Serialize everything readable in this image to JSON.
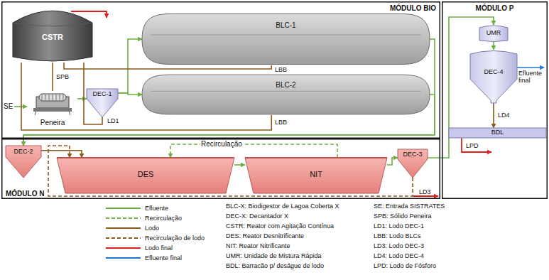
{
  "diagram": {
    "nodes": [
      {
        "text": [
          "MÓDULO BIO"
        ]
      },
      {
        "text": [
          "CSTR"
        ],
        "in": 0
      },
      {
        "text": [
          "Peneira"
        ],
        "in": 0
      },
      {
        "text": [
          "DEC-1"
        ],
        "in": 0
      },
      {
        "text": [
          "BLC-1"
        ],
        "in": 0
      },
      {
        "text": [
          "BLC-2"
        ],
        "in": 0
      },
      {
        "text": [
          "MÓDULO P"
        ]
      },
      {
        "text": [
          "UMR"
        ],
        "in": 6
      },
      {
        "text": [
          "DEC-4"
        ],
        "in": 6
      },
      {
        "text": [
          "BDL"
        ],
        "in": 6
      },
      {
        "text": [
          "MÓDULO N"
        ]
      },
      {
        "text": [
          "DEC-2"
        ],
        "in": 10
      },
      {
        "text": [
          "DES"
        ],
        "in": 10
      },
      {
        "text": [
          "NIT"
        ],
        "in": 10
      },
      {
        "text": [
          "DEC-3"
        ],
        "in": 10
      }
    ],
    "edges": [
      {
        "from": 2,
        "to": 3,
        "arrow": "to"
      },
      {
        "from": 2,
        "to": 1,
        "label": "SPB",
        "arrow": "none"
      },
      {
        "from": 3,
        "to": 1,
        "label": "LD1",
        "arrow": "none"
      },
      {
        "from": 3,
        "to": 4,
        "arrow": "to"
      },
      {
        "from": 3,
        "to": 5,
        "arrow": "to"
      },
      {
        "from": 4,
        "to": 1,
        "label": "LBB",
        "arrow": "none"
      },
      {
        "from": 5,
        "to": 1,
        "label": "LBB",
        "arrow": "none"
      },
      {
        "from": 4,
        "to": 11,
        "arrow": "to"
      },
      {
        "from": 5,
        "to": 11,
        "arrow": "to"
      },
      {
        "from": 11,
        "to": 12,
        "arrow": "to"
      },
      {
        "from": 12,
        "to": 13,
        "arrow": "to"
      },
      {
        "from": 13,
        "to": 12,
        "label": "Recirculação",
        "arrow": "to"
      },
      {
        "from": 13,
        "to": 14,
        "arrow": "to"
      },
      {
        "from": 14,
        "to": 12,
        "arrow": "to"
      },
      {
        "from": 14,
        "to": 7,
        "arrow": "to"
      },
      {
        "from": 7,
        "to": 8,
        "arrow": "to"
      },
      {
        "from": 8,
        "to": 9,
        "label": "LD4",
        "arrow": "to"
      }
    ],
    "labels": [
      "SE",
      "Efluente final",
      "LD3",
      "LPD",
      "BLC-X: Biodigestor de Lagoa Coberta X",
      "DEC-X: Decantador X",
      "CSTR: Reator com Agitação Contínua",
      "DES: Reator Desnitrificante",
      "NIT: Reator Nitrificante",
      "UMR: Unidade de Mistura Rápida",
      "BDL: Barracão p/ deságue de lodo",
      "SE: Entrada SISTRATES",
      "SPB: Sólido Peneira",
      "LD1: Lodo DEC-1",
      "LBB: Lodo BLCs",
      "LD3: Lodo DEC-3",
      "LD4: Lodo DEC-4",
      "LPD: Lodo de Fósforo"
    ],
    "legend": [
      {
        "text": "Efluente"
      },
      {
        "text": "Recirculação"
      },
      {
        "text": "Lodo"
      },
      {
        "text": "Recirculação de lodo"
      },
      {
        "text": "Lodo final"
      },
      {
        "text": "Efluente final"
      }
    ]
  }
}
